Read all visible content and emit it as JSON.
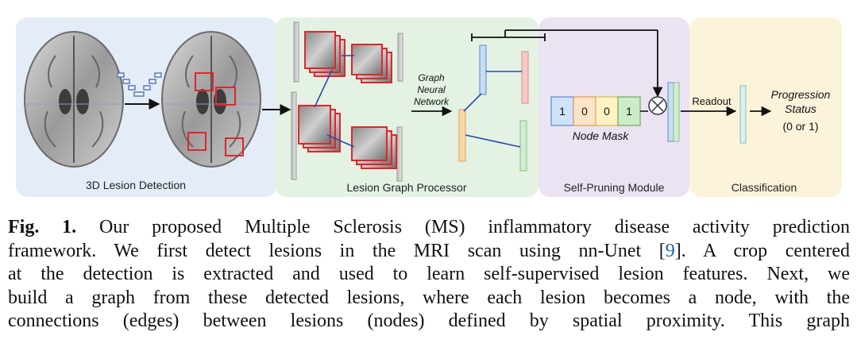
{
  "figure": {
    "panels": {
      "detection": "3D Lesion Detection",
      "graph_processor": "Lesion Graph Processor",
      "self_pruning": "Self-Pruning Module",
      "classification": "Classification"
    },
    "gnn_label_lines": [
      "Graph",
      "Neural",
      "Network"
    ],
    "node_mask": {
      "values": [
        "1",
        "0",
        "0",
        "1"
      ],
      "label": "Node Mask",
      "colors": [
        "#cfe2f7",
        "#fde3c8",
        "#fff3c4",
        "#cdebc6"
      ]
    },
    "readout_label": "Readout",
    "progression_label_lines": [
      "Progression",
      "Status"
    ],
    "progression_values": "(0 or 1)",
    "colors": {
      "detection_bg": "#e4ecf8",
      "graph_bg": "#e3f2e3",
      "pruning_bg": "#ece3f2",
      "classification_bg": "#fcf4da"
    }
  },
  "caption": {
    "label": "Fig. 1.",
    "segments": [
      "Our proposed Multiple Sclerosis (MS) inflammatory disease activity prediction",
      "framework. We first detect lesions in the MRI scan using nn-Unet [",
      "]. A crop centered",
      "at the detection is extracted and used to learn self-supervised lesion features. Next, we",
      "build a graph from these detected lesions, where each lesion becomes a node, with the",
      "connections (edges) between lesions (nodes) defined by spatial proximity. This graph"
    ],
    "citation": "9"
  }
}
